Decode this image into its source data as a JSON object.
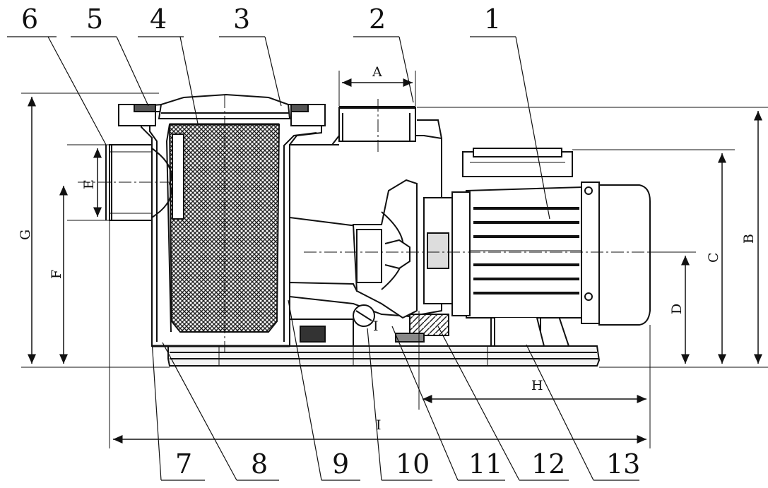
{
  "callouts_top": [
    "6",
    "5",
    "4",
    "3",
    "2",
    "1"
  ],
  "callouts_bottom": [
    "7",
    "8",
    "9",
    "10",
    "11",
    "12",
    "13"
  ],
  "dimensions": {
    "A": "A",
    "B": "B",
    "C": "C",
    "D": "D",
    "E": "E",
    "F": "F",
    "G": "G",
    "H": "H",
    "I_top": "I",
    "I_bottom": "I"
  },
  "colors": {
    "line": "#111111",
    "paper": "#ffffff",
    "mesh": "#2a2a2a"
  }
}
